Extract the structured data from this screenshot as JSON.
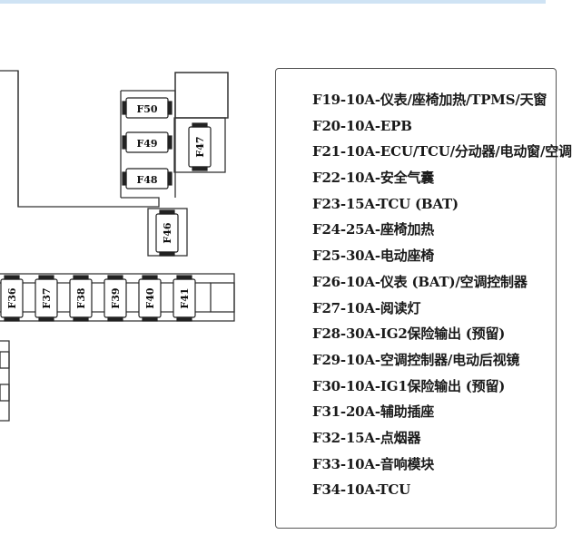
{
  "fuses": {
    "f50": "F50",
    "f49": "F49",
    "f48": "F48",
    "f47": "F47",
    "f46": "F46",
    "f36": "F36",
    "f37": "F37",
    "f38": "F38",
    "f39": "F39",
    "f40": "F40",
    "f41": "F41"
  },
  "legend": [
    "F19-10A-仪表/座椅加热/TPMS/天窗",
    "F20-10A-EPB",
    "F21-10A-ECU/TCU/分动器/电动窗/空调",
    "F22-10A-安全气囊",
    "F23-15A-TCU (BAT)",
    "F24-25A-座椅加热",
    "F25-30A-电动座椅",
    "F26-10A-仪表 (BAT)/空调控制器",
    "F27-10A-阅读灯",
    "F28-30A-IG2保险输出 (预留)",
    "F29-10A-空调控制器/电动后视镜",
    "F30-10A-IG1保险输出 (预留)",
    "F31-20A-辅助插座",
    "F32-15A-点烟器",
    "F33-10A-音响模块",
    "F34-10A-TCU"
  ]
}
